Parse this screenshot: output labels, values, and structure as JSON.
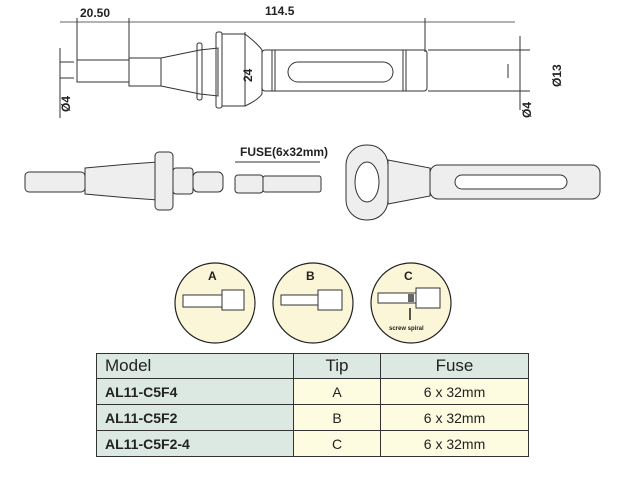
{
  "dimensions": {
    "tip_length": "20.50",
    "body_length": "114.5",
    "tip_diameter": "Ø4",
    "flange": "24",
    "handle_diameter": "Ø13",
    "cord_diameter": "Ø4"
  },
  "fuse_label": "FUSE(6x32mm)",
  "tips": [
    {
      "letter": "A"
    },
    {
      "letter": "B"
    },
    {
      "letter": "C",
      "note": "screw spiral"
    }
  ],
  "table": {
    "headers": [
      "Model",
      "Tip",
      "Fuse"
    ],
    "rows": [
      [
        "AL11-C5F4",
        "A",
        "6 x 32mm"
      ],
      [
        "AL11-C5F2",
        "B",
        "6 x 32mm"
      ],
      [
        "AL11-C5F2-4",
        "C",
        "6 x 32mm"
      ]
    ]
  },
  "colors": {
    "header_bg": "#dbe9e2",
    "cell_bg": "#fdfbe0",
    "circle_bg": "#fbf6d8"
  }
}
